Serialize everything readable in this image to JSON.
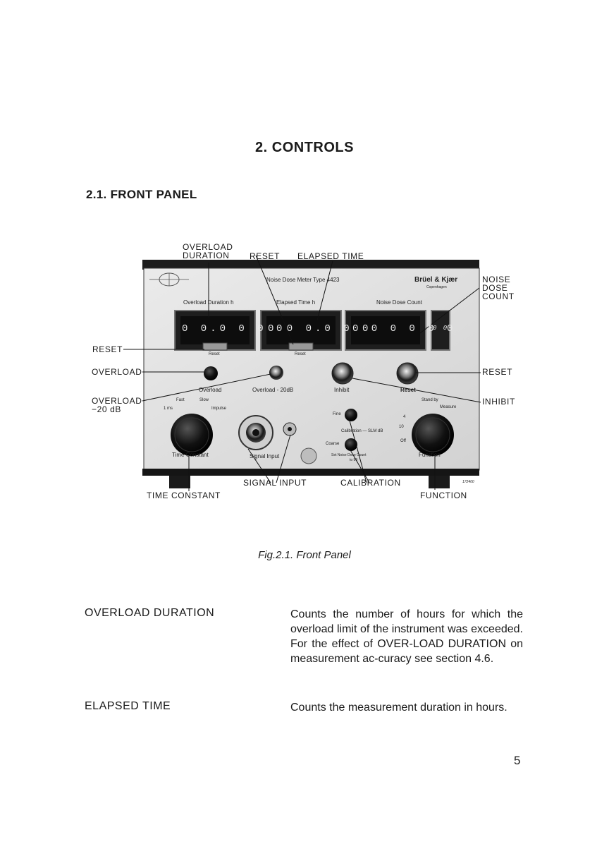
{
  "chapter_title": "2.  CONTROLS",
  "section_title": "2.1. FRONT PANEL",
  "figure": {
    "callouts": {
      "overload_duration_line1": "OVERLOAD",
      "overload_duration_line2": "DURATION",
      "reset_top": "RESET",
      "elapsed_time": "ELAPSED TIME",
      "noise_dose_count_line1": "NOISE",
      "noise_dose_count_line2": "DOSE",
      "noise_dose_count_line3": "COUNT",
      "reset_left": "RESET",
      "overload": "OVERLOAD",
      "overload_20db_line1": "OVERLOAD",
      "overload_20db_line2": "−20 dB",
      "reset_right": "RESET",
      "inhibit": "INHIBIT",
      "time_constant": "TIME CONSTANT",
      "signal_input": "SIGNAL INPUT",
      "calibration": "CALIBRATION",
      "function": "FUNCTION"
    },
    "panel": {
      "instrument_name": "Noise Dose Meter Type 4423",
      "brand": "Brüel & Kjær",
      "brand_city": "Copenhagen",
      "overload_duration_label": "Overload Duration h",
      "elapsed_time_label": "Elapsed Time h",
      "noise_dose_count_label": "Noise Dose Count",
      "counter1_digits": "0 0.0 0 0 0",
      "counter2_digits": "0 0 0.0 0 0",
      "counter3_digits": "0 0 0 0 0 0",
      "counter4_digits": "0 0",
      "reset_label_1": "Reset",
      "reset_label_2": "Reset",
      "overload_label": "Overload",
      "overload_20db_label": "Overload - 20dB",
      "inhibit_label": "Inhibit",
      "reset_label_3": "Reset",
      "fast_label": "Fast",
      "slow_label": "Slow",
      "ms_label": "1 ms",
      "impulse_label": "Impulse",
      "time_constant_label": "Time Constant",
      "signal_input_label": "Signal Input",
      "fine_label": "Fine",
      "calibration_label": "Calibration — SLM dB",
      "coarse_label": "Coarse",
      "set_noise_label_line1": "Set Noise Dose Count",
      "set_noise_label_line2": "to 99",
      "stand_by_label": "Stand by",
      "measure_label": "Measure",
      "off_label": "Off",
      "four_label": "4",
      "ten_label": "10",
      "function_label": "Function",
      "photo_number": "172400"
    },
    "caption": "Fig.2.1.  Front Panel"
  },
  "descriptions": [
    {
      "term": "OVERLOAD DURATION",
      "text": "Counts the number of hours for which the overload limit of the instrument was exceeded. For the effect of OVER-LOAD DURATION on measurement ac-curacy see section 4.6."
    },
    {
      "term": "ELAPSED TIME",
      "text": "Counts the measurement duration in hours."
    }
  ],
  "page_number": "5"
}
